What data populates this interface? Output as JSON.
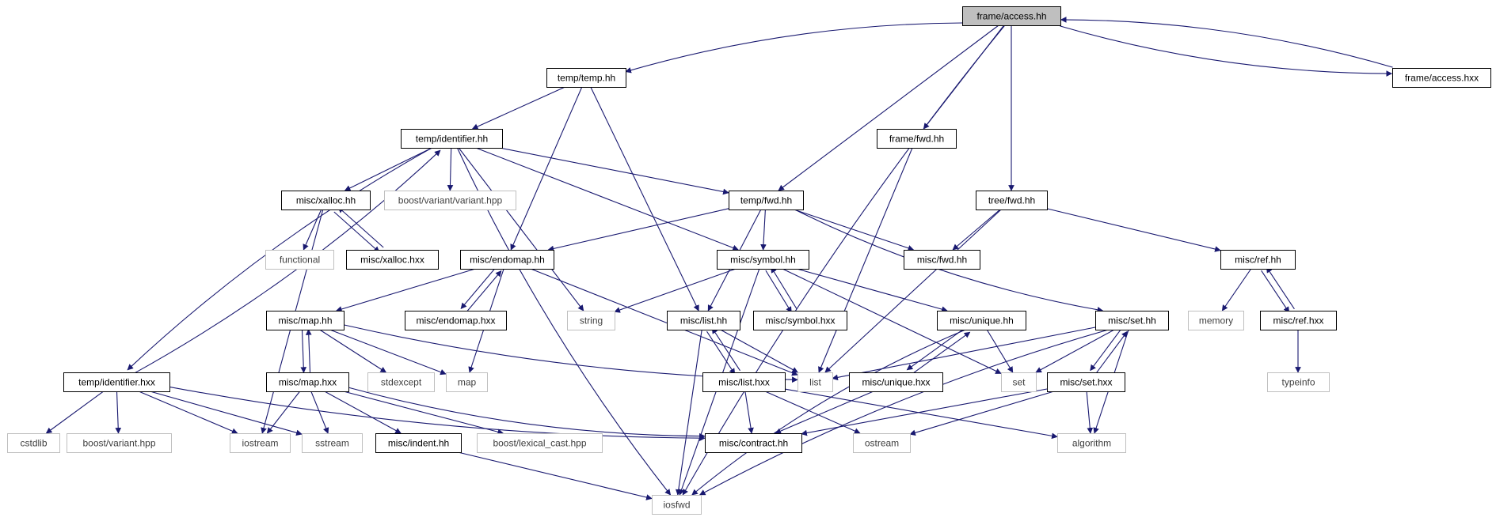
{
  "colors": {
    "edge": "#191970",
    "node_border": "#000000",
    "node_fill": "#ffffff",
    "current_fill": "#bfbfbf",
    "external_border": "#bfbfbf",
    "external_text": "#404040",
    "text": "#000000"
  },
  "nodes": [
    {
      "id": "frame_access_hh",
      "label": "frame/access.hh",
      "kind": "current"
    },
    {
      "id": "temp_temp_hh",
      "label": "temp/temp.hh",
      "kind": "internal"
    },
    {
      "id": "frame_access_hxx",
      "label": "frame/access.hxx",
      "kind": "internal"
    },
    {
      "id": "temp_identifier_hh",
      "label": "temp/identifier.hh",
      "kind": "internal"
    },
    {
      "id": "frame_fwd_hh",
      "label": "frame/fwd.hh",
      "kind": "internal"
    },
    {
      "id": "misc_xalloc_hh",
      "label": "misc/xalloc.hh",
      "kind": "internal"
    },
    {
      "id": "boost_variant_variant_hpp",
      "label": "boost/variant/variant.hpp",
      "kind": "external"
    },
    {
      "id": "temp_fwd_hh",
      "label": "temp/fwd.hh",
      "kind": "internal"
    },
    {
      "id": "tree_fwd_hh",
      "label": "tree/fwd.hh",
      "kind": "internal"
    },
    {
      "id": "functional",
      "label": "functional",
      "kind": "external"
    },
    {
      "id": "misc_xalloc_hxx",
      "label": "misc/xalloc.hxx",
      "kind": "internal"
    },
    {
      "id": "misc_endomap_hh",
      "label": "misc/endomap.hh",
      "kind": "internal"
    },
    {
      "id": "misc_symbol_hh",
      "label": "misc/symbol.hh",
      "kind": "internal"
    },
    {
      "id": "misc_fwd_hh",
      "label": "misc/fwd.hh",
      "kind": "internal"
    },
    {
      "id": "misc_ref_hh",
      "label": "misc/ref.hh",
      "kind": "internal"
    },
    {
      "id": "misc_endomap_hxx",
      "label": "misc/endomap.hxx",
      "kind": "internal"
    },
    {
      "id": "string",
      "label": "string",
      "kind": "external"
    },
    {
      "id": "misc_symbol_hxx",
      "label": "misc/symbol.hxx",
      "kind": "internal"
    },
    {
      "id": "misc_map_hh",
      "label": "misc/map.hh",
      "kind": "internal"
    },
    {
      "id": "misc_list_hh",
      "label": "misc/list.hh",
      "kind": "internal"
    },
    {
      "id": "misc_unique_hh",
      "label": "misc/unique.hh",
      "kind": "internal"
    },
    {
      "id": "misc_set_hh",
      "label": "misc/set.hh",
      "kind": "internal"
    },
    {
      "id": "memory",
      "label": "memory",
      "kind": "external"
    },
    {
      "id": "misc_ref_hxx",
      "label": "misc/ref.hxx",
      "kind": "internal"
    },
    {
      "id": "temp_identifier_hxx",
      "label": "temp/identifier.hxx",
      "kind": "internal"
    },
    {
      "id": "misc_map_hxx",
      "label": "misc/map.hxx",
      "kind": "internal"
    },
    {
      "id": "stdexcept",
      "label": "stdexcept",
      "kind": "external"
    },
    {
      "id": "map",
      "label": "map",
      "kind": "external"
    },
    {
      "id": "list",
      "label": "list",
      "kind": "external"
    },
    {
      "id": "misc_list_hxx",
      "label": "misc/list.hxx",
      "kind": "internal"
    },
    {
      "id": "misc_unique_hxx",
      "label": "misc/unique.hxx",
      "kind": "internal"
    },
    {
      "id": "set",
      "label": "set",
      "kind": "external"
    },
    {
      "id": "misc_set_hxx",
      "label": "misc/set.hxx",
      "kind": "internal"
    },
    {
      "id": "typeinfo",
      "label": "typeinfo",
      "kind": "external"
    },
    {
      "id": "cstdlib",
      "label": "cstdlib",
      "kind": "external"
    },
    {
      "id": "boost_variant_hpp",
      "label": "boost/variant.hpp",
      "kind": "external"
    },
    {
      "id": "iostream",
      "label": "iostream",
      "kind": "external"
    },
    {
      "id": "sstream",
      "label": "sstream",
      "kind": "external"
    },
    {
      "id": "misc_indent_hh",
      "label": "misc/indent.hh",
      "kind": "internal"
    },
    {
      "id": "boost_lexical_cast_hpp",
      "label": "boost/lexical_cast.hpp",
      "kind": "external"
    },
    {
      "id": "misc_contract_hh",
      "label": "misc/contract.hh",
      "kind": "internal"
    },
    {
      "id": "ostream",
      "label": "ostream",
      "kind": "external"
    },
    {
      "id": "algorithm",
      "label": "algorithm",
      "kind": "external"
    },
    {
      "id": "iosfwd",
      "label": "iosfwd",
      "kind": "external"
    }
  ],
  "edges": [
    {
      "from": "frame_access_hh",
      "to": "temp_temp_hh"
    },
    {
      "from": "frame_access_hh",
      "to": "frame_access_hxx"
    },
    {
      "from": "frame_access_hh",
      "to": "frame_fwd_hh"
    },
    {
      "from": "frame_access_hh",
      "to": "temp_fwd_hh"
    },
    {
      "from": "frame_access_hh",
      "to": "tree_fwd_hh"
    },
    {
      "from": "frame_access_hh",
      "to": "iosfwd"
    },
    {
      "from": "frame_access_hxx",
      "to": "frame_access_hh"
    },
    {
      "from": "temp_temp_hh",
      "to": "temp_identifier_hh"
    },
    {
      "from": "temp_temp_hh",
      "to": "misc_endomap_hh"
    },
    {
      "from": "temp_temp_hh",
      "to": "misc_list_hh"
    },
    {
      "from": "frame_fwd_hh",
      "to": "list"
    },
    {
      "from": "temp_identifier_hh",
      "to": "misc_xalloc_hh"
    },
    {
      "from": "temp_identifier_hh",
      "to": "boost_variant_variant_hpp"
    },
    {
      "from": "temp_identifier_hh",
      "to": "temp_fwd_hh"
    },
    {
      "from": "temp_identifier_hh",
      "to": "string"
    },
    {
      "from": "temp_identifier_hh",
      "to": "misc_symbol_hh"
    },
    {
      "from": "temp_identifier_hh",
      "to": "temp_identifier_hxx"
    },
    {
      "from": "temp_identifier_hh",
      "to": "iosfwd"
    },
    {
      "from": "temp_identifier_hxx",
      "to": "temp_identifier_hh"
    },
    {
      "from": "misc_xalloc_hh",
      "to": "functional"
    },
    {
      "from": "misc_xalloc_hh",
      "to": "misc_xalloc_hxx"
    },
    {
      "from": "misc_xalloc_hh",
      "to": "iostream"
    },
    {
      "from": "misc_xalloc_hxx",
      "to": "misc_xalloc_hh"
    },
    {
      "from": "temp_fwd_hh",
      "to": "misc_endomap_hh"
    },
    {
      "from": "temp_fwd_hh",
      "to": "misc_symbol_hh"
    },
    {
      "from": "temp_fwd_hh",
      "to": "misc_fwd_hh"
    },
    {
      "from": "temp_fwd_hh",
      "to": "misc_list_hh"
    },
    {
      "from": "temp_fwd_hh",
      "to": "misc_set_hh"
    },
    {
      "from": "tree_fwd_hh",
      "to": "misc_fwd_hh"
    },
    {
      "from": "tree_fwd_hh",
      "to": "misc_ref_hh"
    },
    {
      "from": "tree_fwd_hh",
      "to": "list"
    },
    {
      "from": "misc_endomap_hh",
      "to": "misc_endomap_hxx"
    },
    {
      "from": "misc_endomap_hh",
      "to": "misc_map_hh"
    },
    {
      "from": "misc_endomap_hh",
      "to": "map"
    },
    {
      "from": "misc_endomap_hh",
      "to": "list"
    },
    {
      "from": "misc_endomap_hxx",
      "to": "misc_endomap_hh"
    },
    {
      "from": "misc_symbol_hh",
      "to": "string"
    },
    {
      "from": "misc_symbol_hh",
      "to": "misc_symbol_hxx"
    },
    {
      "from": "misc_symbol_hh",
      "to": "misc_unique_hh"
    },
    {
      "from": "misc_symbol_hh",
      "to": "set"
    },
    {
      "from": "misc_symbol_hh",
      "to": "iosfwd"
    },
    {
      "from": "misc_symbol_hxx",
      "to": "misc_symbol_hh"
    },
    {
      "from": "misc_ref_hh",
      "to": "memory"
    },
    {
      "from": "misc_ref_hh",
      "to": "misc_ref_hxx"
    },
    {
      "from": "misc_ref_hxx",
      "to": "misc_ref_hh"
    },
    {
      "from": "misc_ref_hxx",
      "to": "typeinfo"
    },
    {
      "from": "misc_map_hh",
      "to": "misc_map_hxx"
    },
    {
      "from": "misc_map_hh",
      "to": "stdexcept"
    },
    {
      "from": "misc_map_hh",
      "to": "map"
    },
    {
      "from": "misc_map_hh",
      "to": "list"
    },
    {
      "from": "misc_map_hxx",
      "to": "misc_map_hh"
    },
    {
      "from": "misc_map_hxx",
      "to": "iostream"
    },
    {
      "from": "misc_map_hxx",
      "to": "sstream"
    },
    {
      "from": "misc_map_hxx",
      "to": "misc_indent_hh"
    },
    {
      "from": "misc_map_hxx",
      "to": "boost_lexical_cast_hpp"
    },
    {
      "from": "misc_map_hxx",
      "to": "misc_contract_hh"
    },
    {
      "from": "misc_list_hh",
      "to": "misc_list_hxx"
    },
    {
      "from": "misc_list_hh",
      "to": "list"
    },
    {
      "from": "misc_list_hh",
      "to": "iosfwd"
    },
    {
      "from": "misc_list_hxx",
      "to": "misc_list_hh"
    },
    {
      "from": "misc_list_hxx",
      "to": "misc_contract_hh"
    },
    {
      "from": "misc_list_hxx",
      "to": "ostream"
    },
    {
      "from": "misc_list_hxx",
      "to": "algorithm"
    },
    {
      "from": "misc_unique_hh",
      "to": "misc_unique_hxx"
    },
    {
      "from": "misc_unique_hh",
      "to": "set"
    },
    {
      "from": "misc_unique_hh",
      "to": "iosfwd"
    },
    {
      "from": "misc_unique_hxx",
      "to": "misc_unique_hh"
    },
    {
      "from": "misc_unique_hxx",
      "to": "misc_contract_hh"
    },
    {
      "from": "misc_set_hh",
      "to": "list"
    },
    {
      "from": "misc_set_hh",
      "to": "set"
    },
    {
      "from": "misc_set_hh",
      "to": "misc_set_hxx"
    },
    {
      "from": "misc_set_hh",
      "to": "algorithm"
    },
    {
      "from": "misc_set_hh",
      "to": "iosfwd"
    },
    {
      "from": "misc_set_hxx",
      "to": "misc_set_hh"
    },
    {
      "from": "misc_set_hxx",
      "to": "misc_contract_hh"
    },
    {
      "from": "misc_set_hxx",
      "to": "ostream"
    },
    {
      "from": "misc_set_hxx",
      "to": "algorithm"
    },
    {
      "from": "temp_identifier_hxx",
      "to": "cstdlib"
    },
    {
      "from": "temp_identifier_hxx",
      "to": "boost_variant_hpp"
    },
    {
      "from": "temp_identifier_hxx",
      "to": "iostream"
    },
    {
      "from": "temp_identifier_hxx",
      "to": "sstream"
    },
    {
      "from": "temp_identifier_hxx",
      "to": "misc_contract_hh"
    },
    {
      "from": "misc_indent_hh",
      "to": "iosfwd"
    }
  ]
}
